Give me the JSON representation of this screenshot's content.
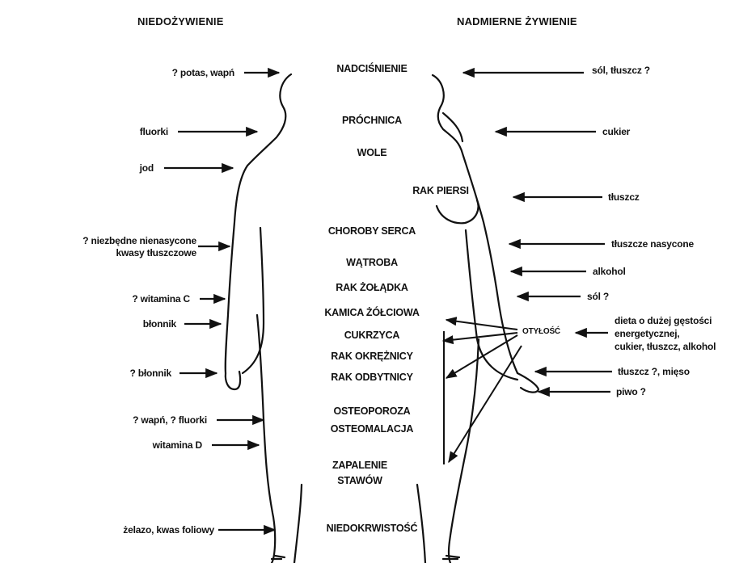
{
  "headers": {
    "left": "NIEDOŻYWIENIE",
    "right": "NADMIERNE ŻYWIENIE"
  },
  "diseases": [
    "NADCIŚNIENIE",
    "PRÓCHNICA",
    "WOLE",
    "RAK PIERSI",
    "CHOROBY SERCA",
    "WĄTROBA",
    "RAK ŻOŁĄDKA",
    "KAMICA ŻÓŁCIOWA",
    "CUKRZYCA",
    "RAK OKRĘŻNICY",
    "RAK ODBYTNICY",
    "OSTEOPOROZA",
    "OSTEOMALACJA",
    "ZAPALENIE",
    "STAWÓW",
    "NIEDOKRWISTOŚĆ"
  ],
  "left_factors": [
    "? potas, wapń",
    "fluorki",
    "jod",
    "? niezbędne nienasycone",
    "kwasy tłuszczowe",
    "? witamina C",
    "błonnik",
    "? błonnik",
    "? wapń, ? fluorki",
    "witamina D",
    "żelazo, kwas foliowy"
  ],
  "right_factors": [
    "sól, tłuszcz ?",
    "cukier",
    "tłuszcz",
    "tłuszcze nasycone",
    "alkohol",
    "sól ?",
    "dieta o dużej gęstości",
    "energetycznej,",
    "cukier, tłuszcz, alkohol",
    "tłuszcz ?, mięso",
    "piwo ?"
  ],
  "obesity_label": "OTYŁOŚĆ"
}
